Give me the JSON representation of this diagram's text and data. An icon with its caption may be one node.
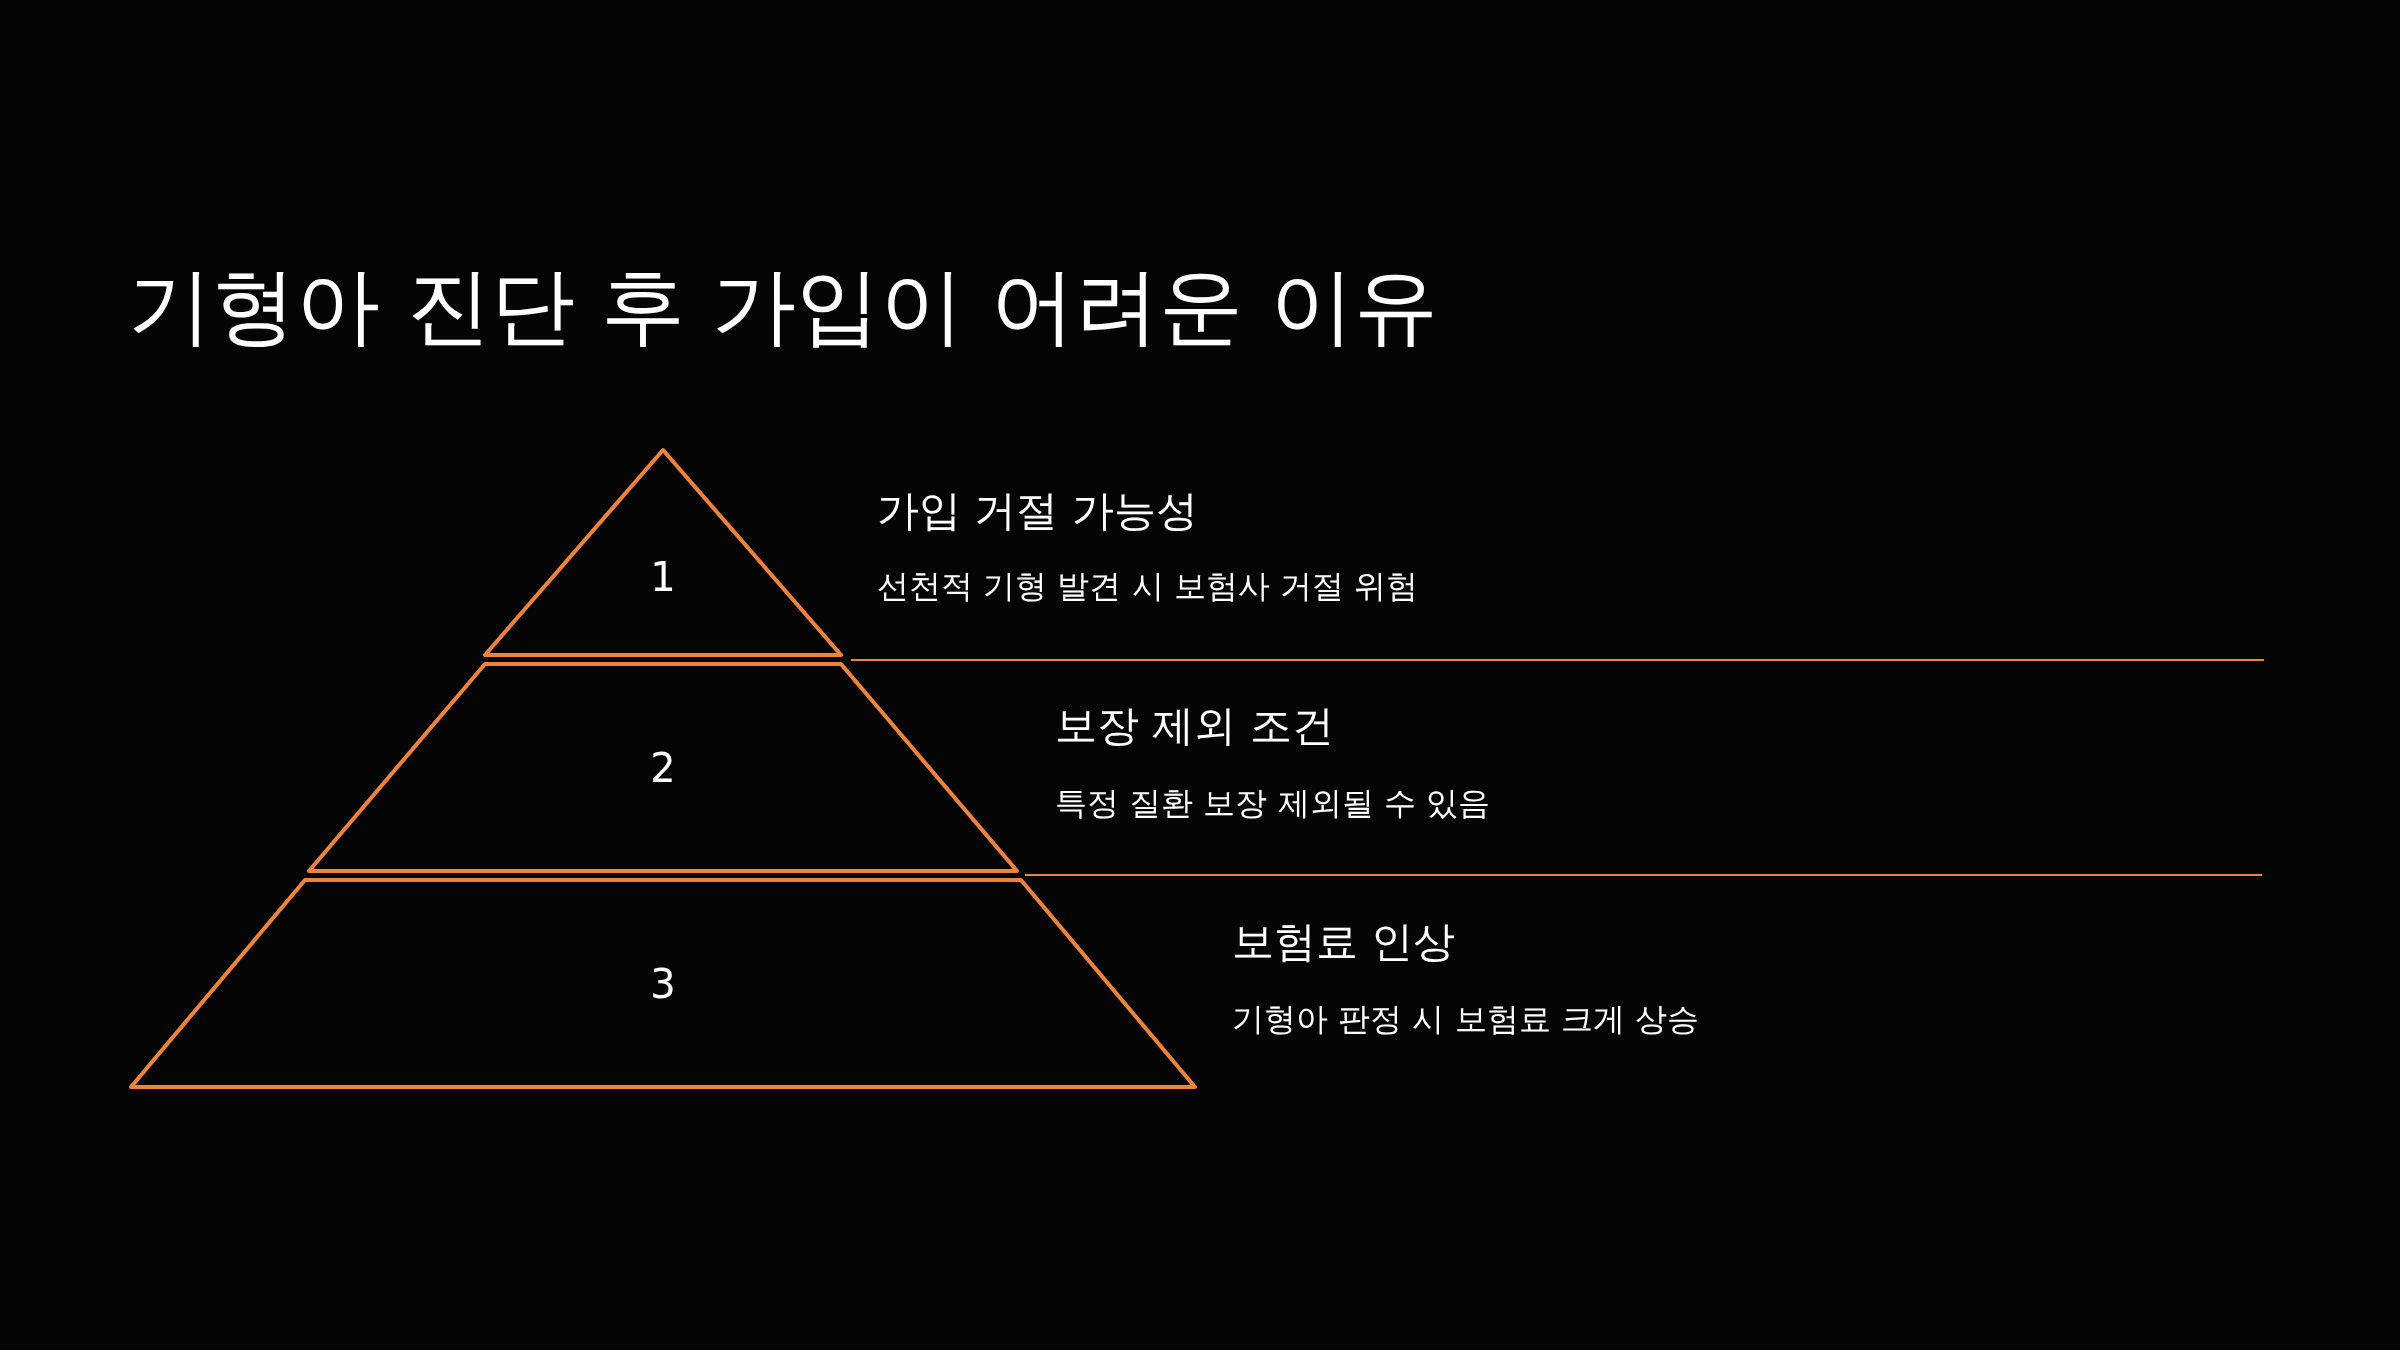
{
  "diagram": {
    "title": "기형아 진단 후 가입이 어려운 이유",
    "nodes": [
      {
        "text": [
          "1"
        ],
        "beside": [
          "가입 거절 가능성",
          "선천적 기형 발견 시 보험사 거절 위험"
        ]
      },
      {
        "text": [
          "2"
        ],
        "beside": [
          "보장 제외 조건",
          "특정 질환 보장 제외될 수 있음"
        ]
      },
      {
        "text": [
          "3"
        ],
        "beside": [
          "보험료 인상",
          "기형아 판정 시 보험료 크게 상승"
        ]
      }
    ]
  }
}
